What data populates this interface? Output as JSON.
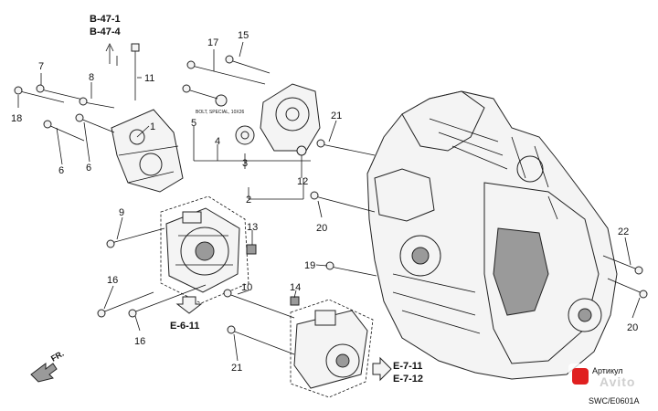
{
  "refs": {
    "b47_1": "B-47-1",
    "b47_4": "B-47-4",
    "e6_11": "E-6-11",
    "e7_11": "E-7-11",
    "e7_12": "E-7-12"
  },
  "callouts": {
    "c1": "1",
    "c2": "2",
    "c3": "3",
    "c4": "4",
    "c5": "5",
    "c6a": "6",
    "c6b": "6",
    "c7": "7",
    "c8": "8",
    "c9": "9",
    "c10": "10",
    "c11": "11",
    "c12": "12",
    "c13": "13",
    "c14": "14",
    "c15": "15",
    "c16a": "16",
    "c16b": "16",
    "c17": "17",
    "c18": "18",
    "c19": "19",
    "c20a": "20",
    "c20b": "20",
    "c21a": "21",
    "c21b": "21",
    "c22": "22"
  },
  "note_bolt": "BOLT, SPECIAL, 10X26",
  "front_label": "FR.",
  "diagram_code": "SWC/E0601A",
  "watermark": {
    "label": "Артикул",
    "brand": "Avito"
  }
}
